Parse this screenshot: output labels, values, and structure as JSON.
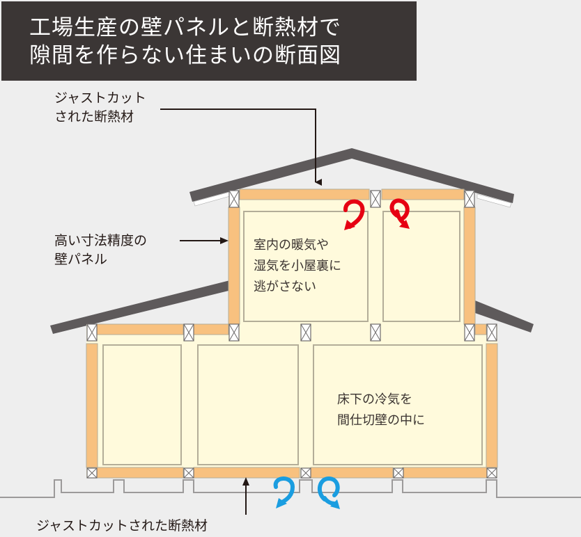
{
  "title": {
    "line1": "工場生産の壁パネルと断熱材で",
    "line2": "隙間を作らない住まいの断面図"
  },
  "labels": {
    "top_insulation": {
      "line1": "ジャストカット",
      "line2": "された断熱材"
    },
    "wall_panel": {
      "line1": "高い寸法精度の",
      "line2": "壁パネル"
    },
    "bottom_insulation": "ジャストカットされた断熱材"
  },
  "annotations": {
    "upper_room": {
      "line1": "室内の暖気や",
      "line2": "湿気を小屋裏に",
      "line3": "逃がさない"
    },
    "lower_room": {
      "line1": "床下の冷気を",
      "line2": "間仕切壁の中に"
    }
  },
  "arrows": {
    "warm_air": {
      "color": "#e60012",
      "icon": "curved-arrow-down",
      "count": 2
    },
    "cold_air": {
      "color": "#1a9de0",
      "icon": "curved-arrow-down",
      "count": 2
    }
  },
  "colors": {
    "background": "#eeeeee",
    "title_bg": "#3b3635",
    "roof": "#5e5a5b",
    "insulation": "#f8c17f",
    "room_fill": "#fffadc",
    "panel_border": "#b3ad98"
  }
}
